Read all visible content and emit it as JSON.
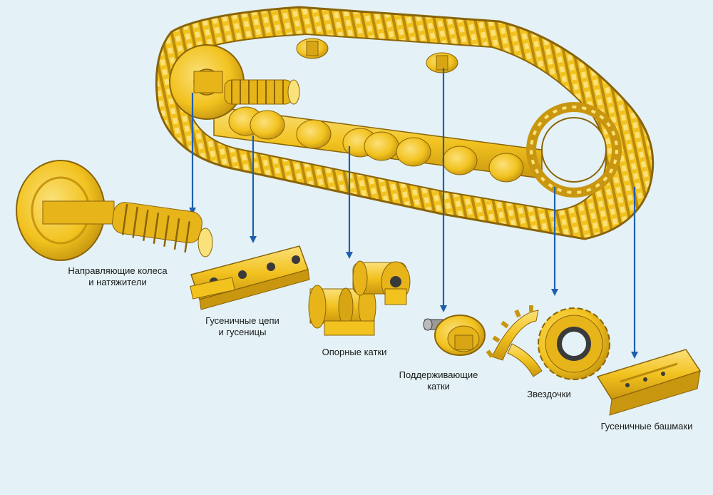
{
  "colors": {
    "background": "#e4f2f7",
    "part_yellow": "#f2c21f",
    "part_shadow": "#b98a0c",
    "part_highlight": "#fbe17a",
    "arrow_blue": "#1f5fae",
    "dark_steel": "#3a3a3a"
  },
  "labels": {
    "idlers": {
      "line1": "Направляющие колеса",
      "line2": "и натяжители"
    },
    "chains": {
      "line1": "Гусеничные цепи",
      "line2": "и гусеницы"
    },
    "track_rollers": {
      "line1": "Опорные катки"
    },
    "carrier_rollers": {
      "line1": "Поддерживающие",
      "line2": "катки"
    },
    "sprockets": {
      "line1": "Звездочки"
    },
    "shoes": {
      "line1": "Гусеничные башмаки"
    }
  },
  "icons": {
    "undercarriage": "track-undercarriage-illustration",
    "idler": "idler-with-recoil-spring-icon",
    "chain": "track-chain-link-icon",
    "track_roller": "track-roller-pair-icon",
    "carrier_roller": "carrier-roller-icon",
    "sprocket": "sprocket-and-segments-icon",
    "shoe": "track-shoe-icon"
  }
}
